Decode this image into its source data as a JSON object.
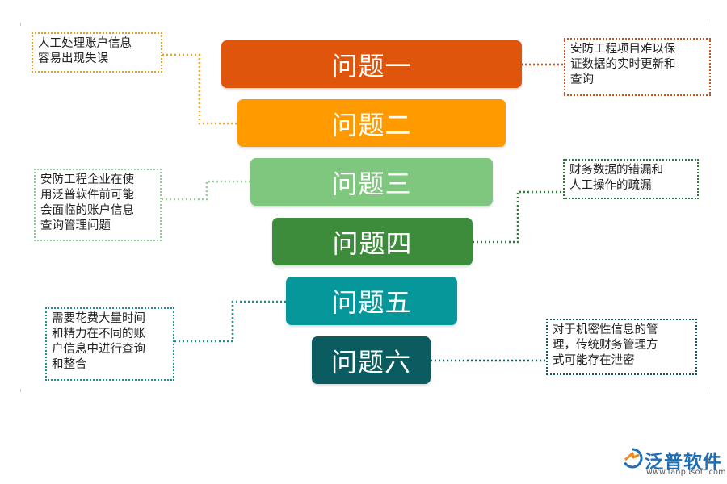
{
  "funnel": [
    {
      "label": "问题一",
      "color": "#e0550c"
    },
    {
      "label": "问题二",
      "color": "#ff9a00"
    },
    {
      "label": "问题三",
      "color": "#7fc77f"
    },
    {
      "label": "问题四",
      "color": "#3c8c3c"
    },
    {
      "label": "问题五",
      "color": "#05979a"
    },
    {
      "label": "问题六",
      "color": "#0a5c60"
    }
  ],
  "notes": [
    {
      "lines": [
        "人工处理账户信息",
        "容易出现失误"
      ],
      "border_color": "#e3a21a"
    },
    {
      "lines": [
        "安防工程项目难以保",
        "证数据的实时更新和",
        "查询"
      ],
      "border_color": "#c4551c"
    },
    {
      "lines": [
        "安防工程企业在使",
        "用泛普软件前可能",
        "会面临的账户信息",
        "查询管理问题"
      ],
      "border_color": "#8fcf8f"
    },
    {
      "lines": [
        "财务数据的错漏和",
        "人工操作的疏漏"
      ],
      "border_color": "#2e7d32"
    },
    {
      "lines": [
        "需要花费大量时间",
        "和精力在不同的账",
        "户信息中进行查询",
        "和整合"
      ],
      "border_color": "#1a8d96"
    },
    {
      "lines": [
        "对于机密性信息的管",
        "理，传统财务管理方",
        "式可能存在泄密"
      ],
      "border_color": "#0d5c60"
    }
  ],
  "logo": {
    "name": "泛普软件",
    "url": "www.fanpusoft.com",
    "icon": "fanpu-logo-icon",
    "colors": {
      "blue": "#1d6fb8",
      "orange": "#f08a1c"
    }
  }
}
